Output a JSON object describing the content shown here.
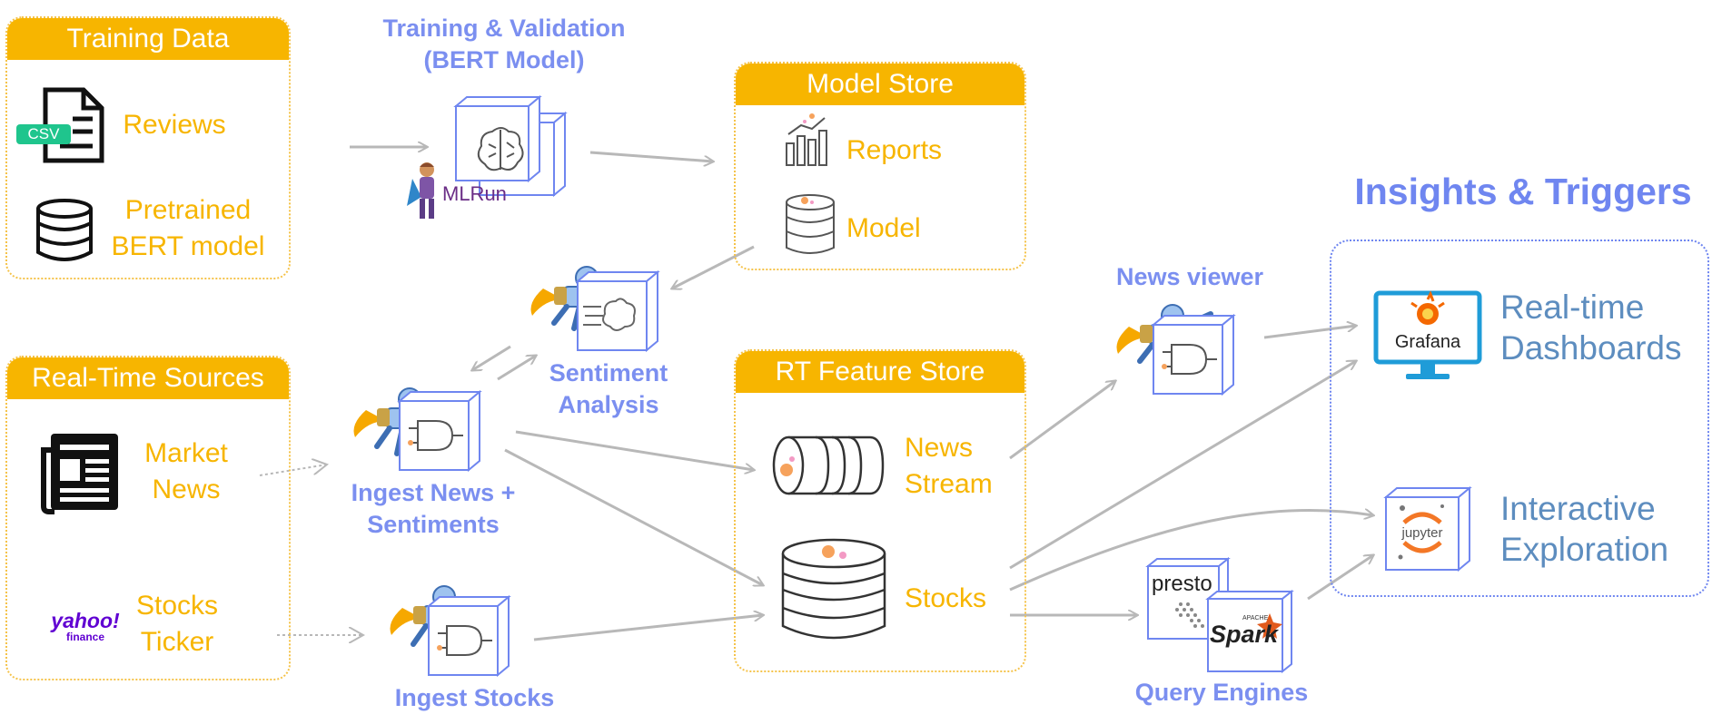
{
  "panels": {
    "training_data": {
      "header": "Training Data",
      "reviews": "Reviews",
      "csv_badge": "CSV",
      "pretrained": [
        "Pretrained",
        "BERT model"
      ]
    },
    "model_store": {
      "header": "Model Store",
      "reports": "Reports",
      "model": "Model"
    },
    "rt_sources": {
      "header": "Real-Time Sources",
      "market_news": [
        "Market",
        "News"
      ],
      "yahoo_logo": "yahoo!",
      "yahoo_sub": "finance",
      "stocks_ticker": [
        "Stocks",
        "Ticker"
      ]
    },
    "rt_feature_store": {
      "header": "RT Feature Store",
      "news_stream": [
        "News",
        "Stream"
      ],
      "stocks": "Stocks"
    },
    "insights": {
      "title": "Insights & Triggers",
      "dashboards": [
        "Real-time",
        "Dashboards"
      ],
      "exploration": [
        "Interactive",
        "Exploration"
      ],
      "grafana_label": "Grafana",
      "jupyter_label": "jupyter"
    }
  },
  "functions": {
    "training": [
      "Training & Validation",
      "(BERT Model)"
    ],
    "mlrun": "MLRun",
    "sentiment": [
      "Sentiment",
      "Analysis"
    ],
    "ingest_news": [
      "Ingest News +",
      "Sentiments"
    ],
    "ingest_stocks": "Ingest Stocks",
    "news_viewer": "News viewer",
    "query_engines": "Query Engines",
    "presto": "presto",
    "spark_small": "APACHE",
    "spark": "Spark"
  },
  "colors": {
    "accent": "#f7b500",
    "function_label": "#7b8ff0",
    "insight_text": "#5d8dbf",
    "arrow": "#b8b8b8"
  }
}
